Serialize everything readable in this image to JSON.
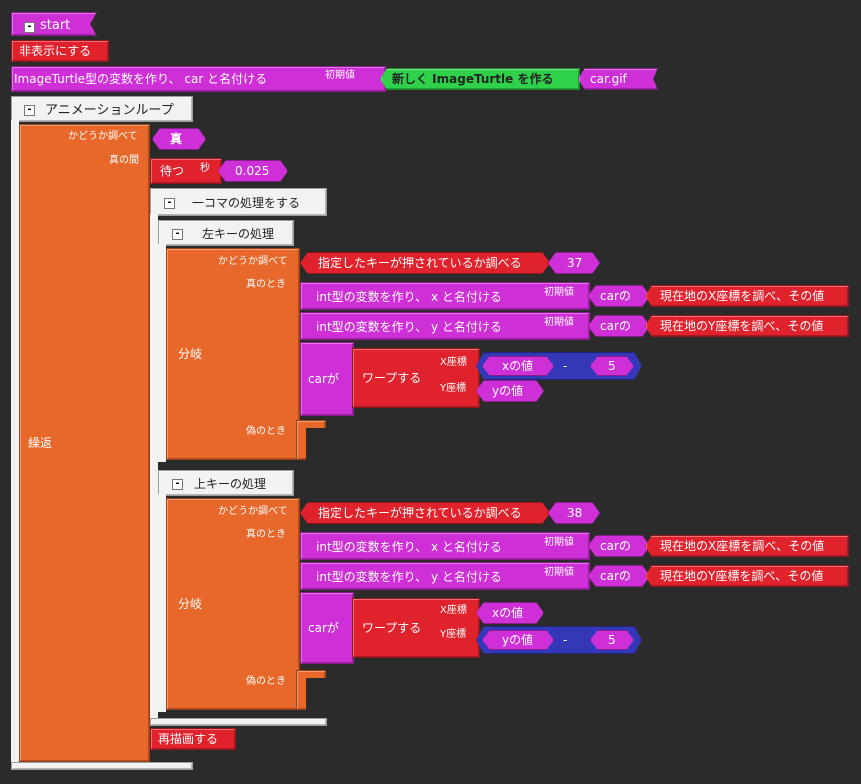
{
  "blocks": {
    "start": "start",
    "hide": "非表示にする",
    "var_decl": "ImageTurtle型の変数を作り、 car と名付ける",
    "initial": "初期値",
    "new_turtle": "新しく ImageTurtle を作る",
    "file": "car.gif",
    "anim_loop": "アニメーションループ",
    "check": "かどうか調べて",
    "true_val": "真",
    "while_true": "真の間",
    "repeat": "繰返",
    "wait": "待つ",
    "seconds": "秒",
    "wait_value": "0.025",
    "frame": "一コマの処理をする",
    "left_key": "左キーの処理",
    "up_key": "上キーの処理",
    "key_pressed": "指定したキーが押されているか調べる",
    "key_left_code": "37",
    "key_up_code": "38",
    "when_true": "真のとき",
    "when_false": "偽のとき",
    "branch": "分岐",
    "int_x": "int型の変数を作り、 x と名付ける",
    "int_y": "int型の変数を作り、 y と名付ける",
    "car_of": "carの",
    "get_x": "現在地のX座標を調べ、その値",
    "get_y": "現在地のY座標を調べ、その値",
    "car_ga": "carが",
    "warp": "ワープする",
    "x_coord": "X座標",
    "y_coord": "Y座標",
    "x_value": "xの値",
    "y_value": "yの値",
    "minus": "-",
    "five": "5",
    "redraw": "再描画する",
    "collapse": "-"
  }
}
